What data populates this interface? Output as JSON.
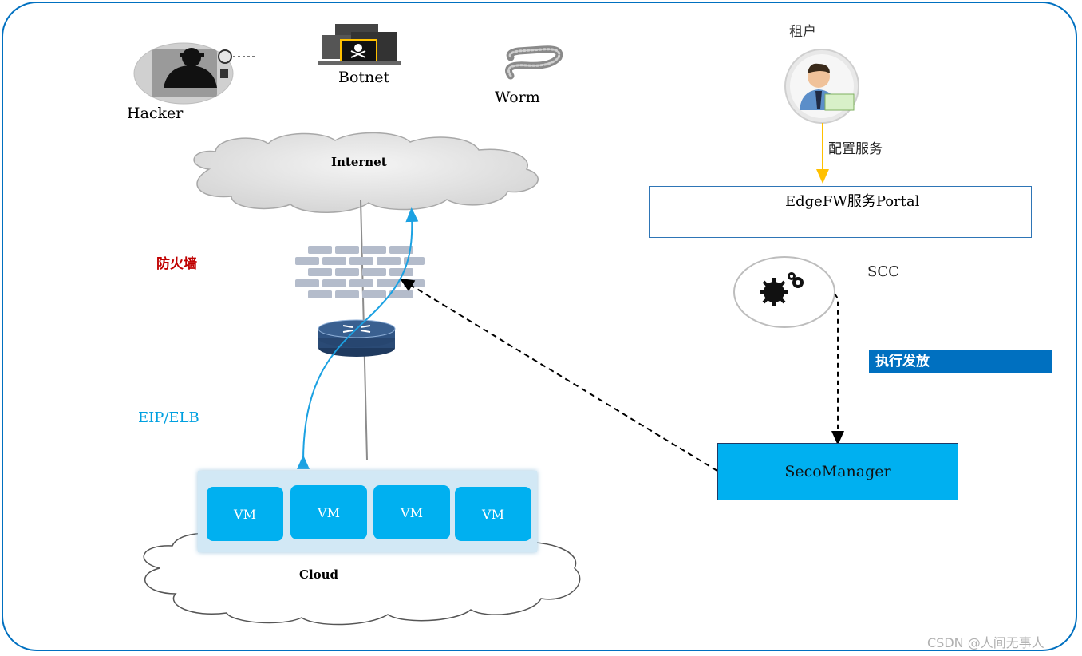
{
  "threats": {
    "hacker": "Hacker",
    "botnet": "Botnet",
    "worm": "Worm"
  },
  "internet": "Internet",
  "firewall_label": "防火墙",
  "eip_label": "EIP/ELB",
  "cloud_label": "Cloud",
  "vms": [
    "VM",
    "VM",
    "VM",
    "VM"
  ],
  "tenant_label": "租户",
  "configure_label": "配置服务",
  "portal_label": "EdgeFW服务Portal",
  "scc_label": "SCC",
  "execute_label": "执行发放",
  "secomanager_label": "SecoManager",
  "watermark": "CSDN @人间无事人",
  "colors": {
    "frame": "#0070c0",
    "accent_blue": "#00b0f0",
    "execute_bg": "#0070c0",
    "firewall_text": "#c00000",
    "eip_text": "#00a0e0",
    "configure_arrow": "#ffc000"
  },
  "icons": [
    "hacker-icon",
    "botnet-icon",
    "worm-icon",
    "user-avatar-icon",
    "shield-icon",
    "gears-icon",
    "firewall-brick-icon",
    "router-icon"
  ]
}
